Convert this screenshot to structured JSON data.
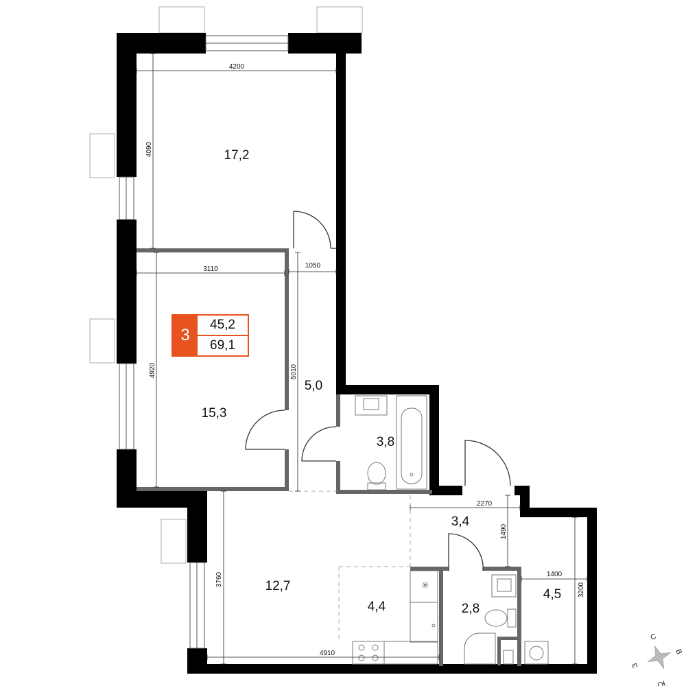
{
  "apartment": {
    "rooms_count": "3",
    "living_area": "45,2",
    "total_area": "69,1"
  },
  "rooms": {
    "bedroom_top": "17,2",
    "bedroom_middle": "15,3",
    "corridor": "5,0",
    "bathroom": "3,8",
    "hall": "3,4",
    "living": "12,7",
    "kitchen": "4,4",
    "wc": "2,8",
    "storage": "4,5"
  },
  "dimensions": {
    "d4200": "4200",
    "d4090": "4090",
    "d3110": "3110",
    "d1050": "1050",
    "d4920": "4920",
    "d5010": "5010",
    "d2270": "2270",
    "d1490": "1490",
    "d1400": "1400",
    "d3200": "3200",
    "d3760": "3760",
    "d4910": "4910"
  },
  "compass": {
    "n": "С",
    "e": "В",
    "s": "Ю",
    "w": "З"
  },
  "colors": {
    "accent": "#e8521f",
    "wall": "#000000",
    "partition": "#555555"
  }
}
